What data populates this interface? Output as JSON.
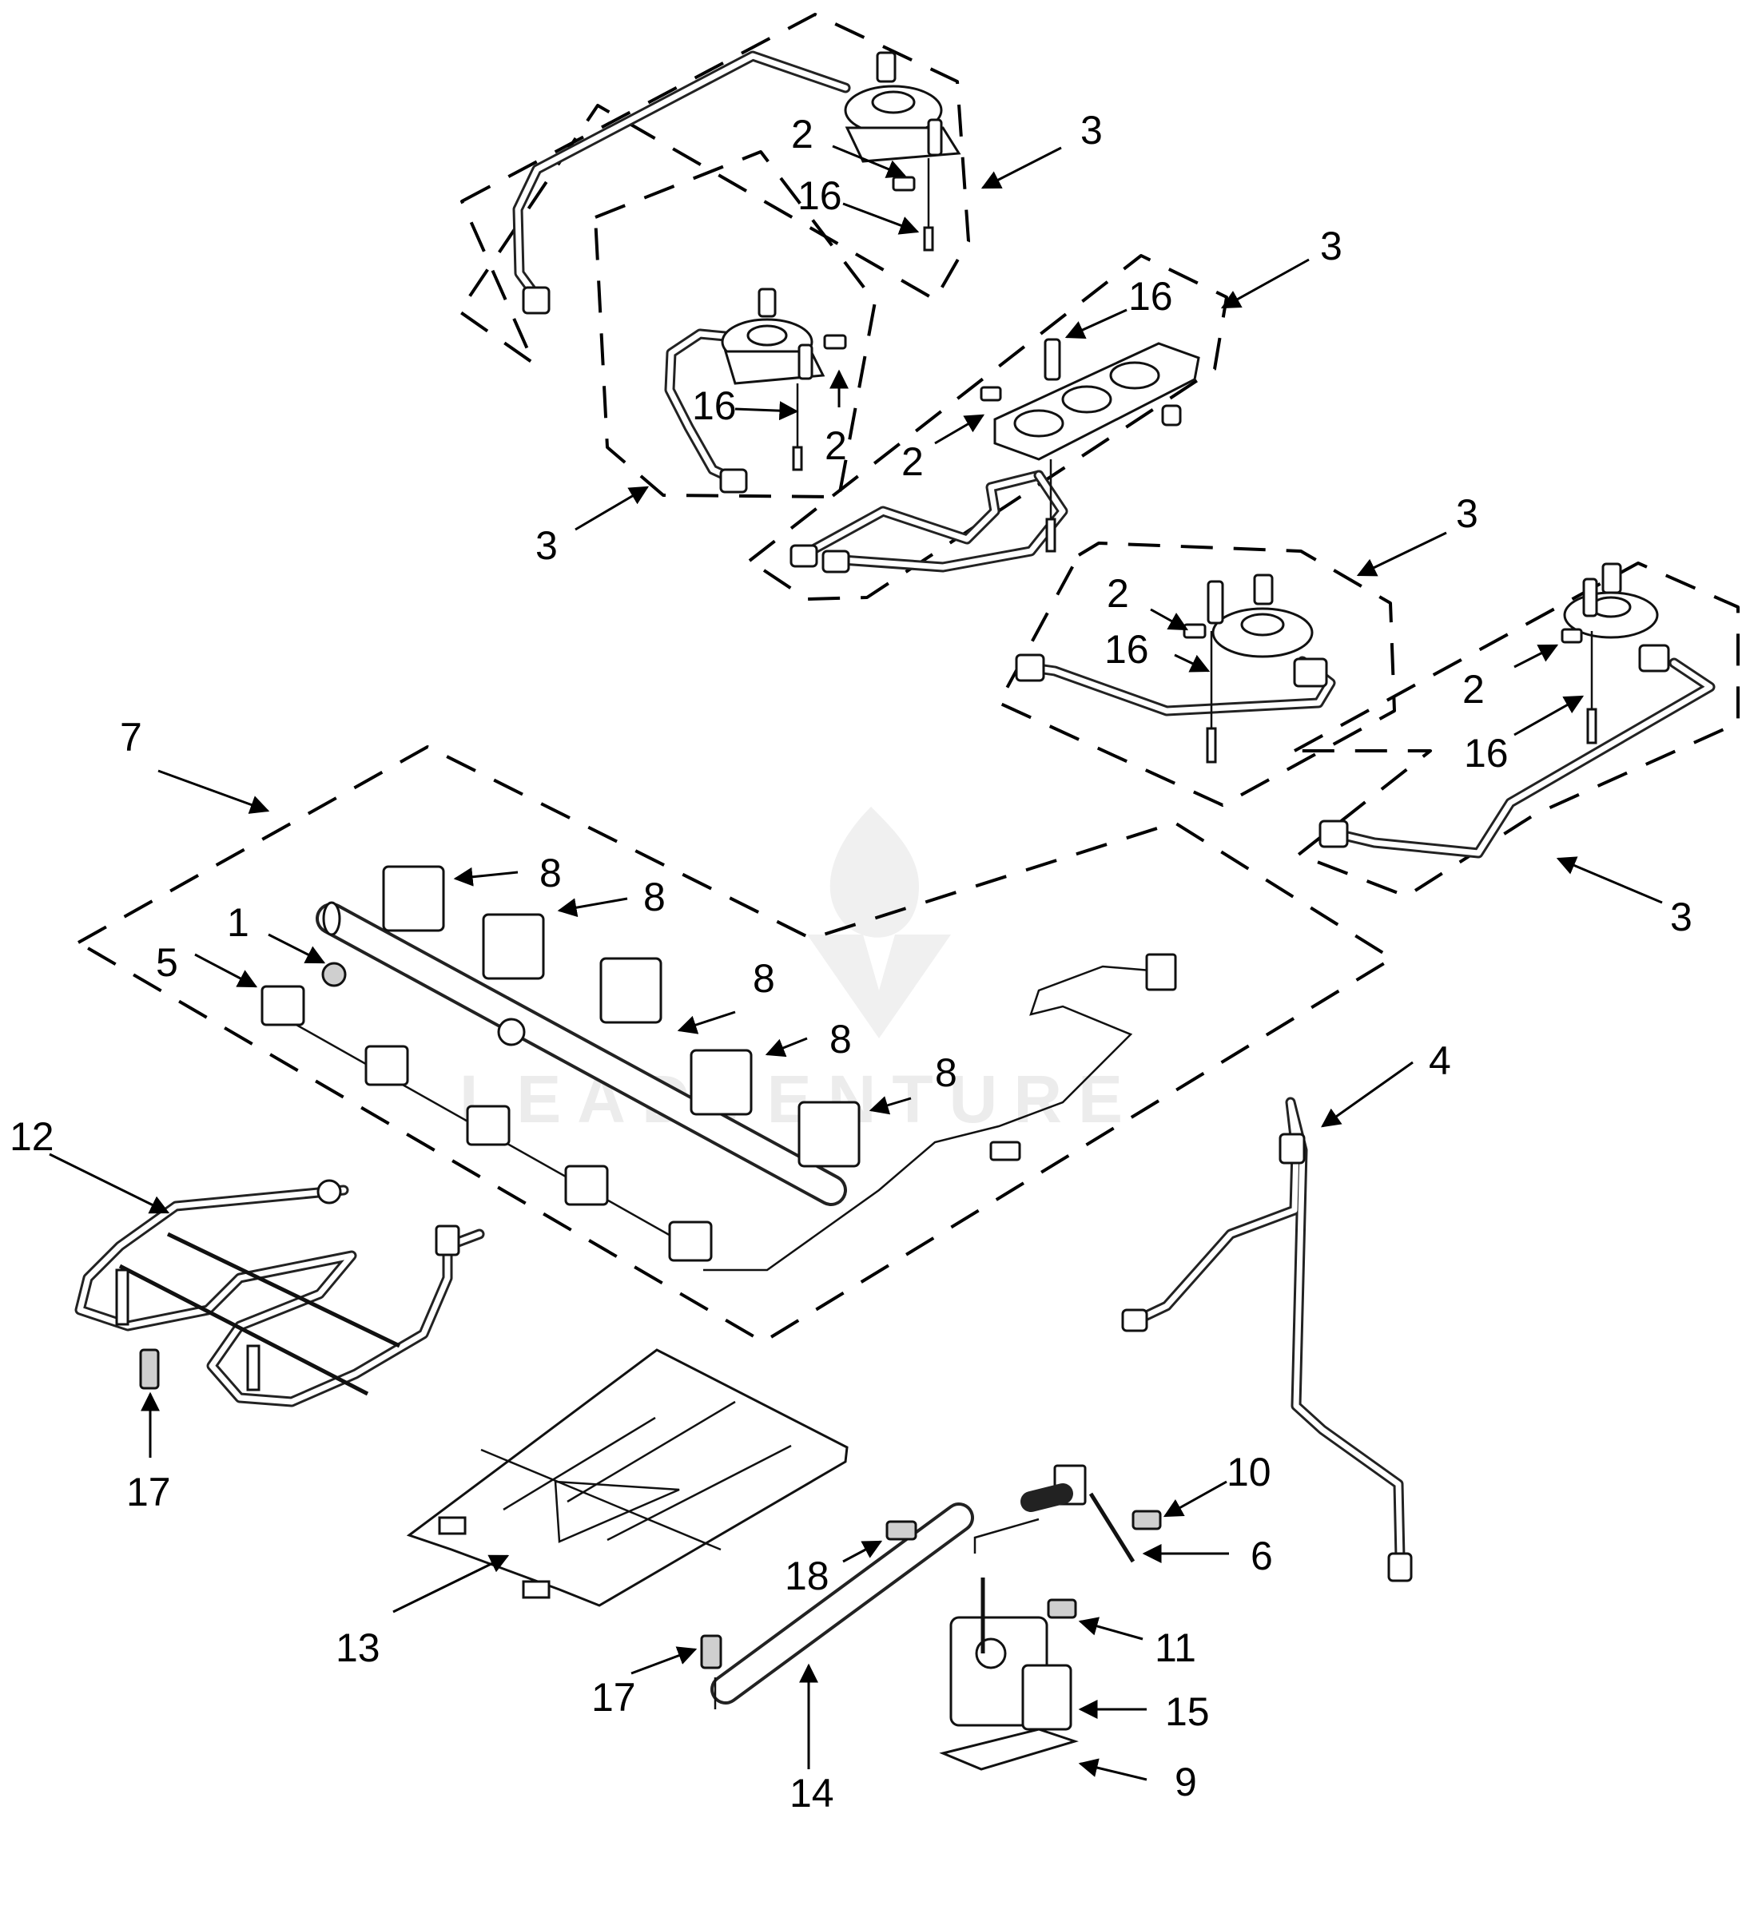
{
  "watermark": {
    "text": "LEADVENTURE"
  },
  "callouts": [
    {
      "id": "c1",
      "text": "3"
    },
    {
      "id": "c2",
      "text": "2"
    },
    {
      "id": "c3",
      "text": "16"
    },
    {
      "id": "c4",
      "text": "3"
    },
    {
      "id": "c5",
      "text": "16"
    },
    {
      "id": "c6",
      "text": "16"
    },
    {
      "id": "c7",
      "text": "2"
    },
    {
      "id": "c8",
      "text": "2"
    },
    {
      "id": "c9",
      "text": "3"
    },
    {
      "id": "c10",
      "text": "3"
    },
    {
      "id": "c11",
      "text": "2"
    },
    {
      "id": "c12",
      "text": "16"
    },
    {
      "id": "c13",
      "text": "2"
    },
    {
      "id": "c14",
      "text": "16"
    },
    {
      "id": "c15",
      "text": "3"
    },
    {
      "id": "c16",
      "text": "7"
    },
    {
      "id": "c17",
      "text": "8"
    },
    {
      "id": "c18",
      "text": "8"
    },
    {
      "id": "c19",
      "text": "8"
    },
    {
      "id": "c20",
      "text": "8"
    },
    {
      "id": "c21",
      "text": "8"
    },
    {
      "id": "c22",
      "text": "1"
    },
    {
      "id": "c23",
      "text": "5"
    },
    {
      "id": "c24",
      "text": "12"
    },
    {
      "id": "c25",
      "text": "17"
    },
    {
      "id": "c26",
      "text": "4"
    },
    {
      "id": "c27",
      "text": "10"
    },
    {
      "id": "c28",
      "text": "6"
    },
    {
      "id": "c29",
      "text": "13"
    },
    {
      "id": "c30",
      "text": "18"
    },
    {
      "id": "c31",
      "text": "11"
    },
    {
      "id": "c32",
      "text": "17"
    },
    {
      "id": "c33",
      "text": "15"
    },
    {
      "id": "c34",
      "text": "14"
    },
    {
      "id": "c35",
      "text": "9"
    }
  ]
}
